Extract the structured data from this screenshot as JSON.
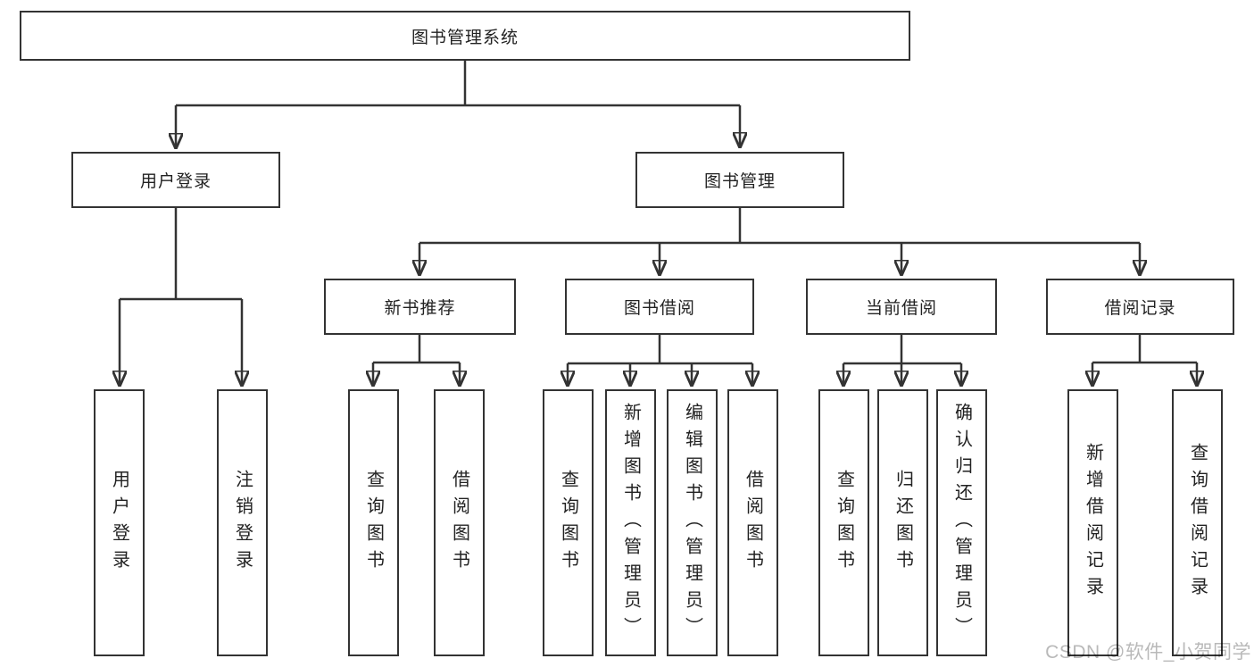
{
  "colors": {
    "line": "#333333",
    "text": "#222222",
    "watermark": "#b9b9b9",
    "background": "#ffffff"
  },
  "watermark": {
    "text": "CSDN @软件_小贺同学"
  },
  "tree": {
    "root": {
      "label": "图书管理系统"
    },
    "level2": [
      {
        "label": "用户登录"
      },
      {
        "label": "图书管理"
      }
    ],
    "level3": [
      {
        "label": "新书推荐",
        "parent": "图书管理"
      },
      {
        "label": "图书借阅",
        "parent": "图书管理"
      },
      {
        "label": "当前借阅",
        "parent": "图书管理"
      },
      {
        "label": "借阅记录",
        "parent": "图书管理"
      }
    ],
    "leaves": [
      {
        "label": "用户登录",
        "parent": "用户登录"
      },
      {
        "label": "注销登录",
        "parent": "用户登录"
      },
      {
        "label": "查询图书",
        "parent": "新书推荐"
      },
      {
        "label": "借阅图书",
        "parent": "新书推荐"
      },
      {
        "label": "查询图书",
        "parent": "图书借阅"
      },
      {
        "label": "新增图书（管理员）",
        "parent": "图书借阅"
      },
      {
        "label": "编辑图书（管理员）",
        "parent": "图书借阅"
      },
      {
        "label": "借阅图书",
        "parent": "图书借阅"
      },
      {
        "label": "查询图书",
        "parent": "当前借阅"
      },
      {
        "label": "归还图书",
        "parent": "当前借阅"
      },
      {
        "label": "确认归还（管理员）",
        "parent": "当前借阅"
      },
      {
        "label": "新增借阅记录",
        "parent": "借阅记录"
      },
      {
        "label": "查询借阅记录",
        "parent": "借阅记录"
      }
    ]
  }
}
